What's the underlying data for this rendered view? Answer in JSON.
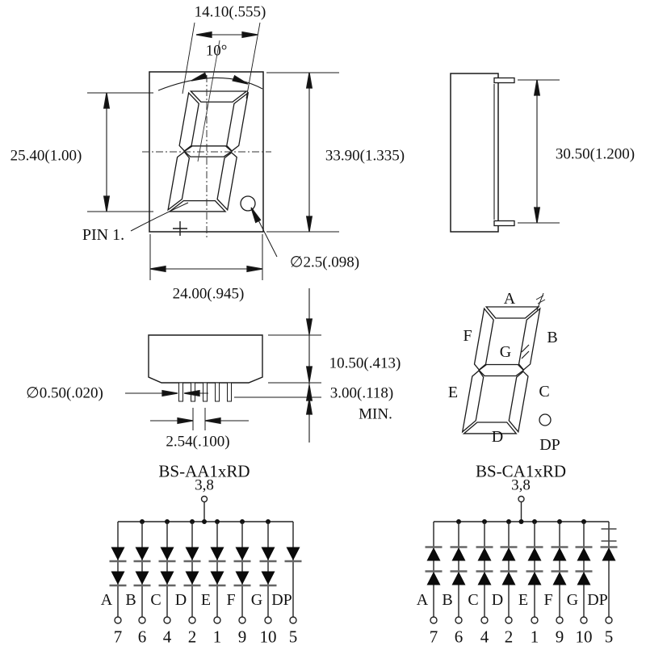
{
  "front_view": {
    "dim_width": "14.10(.555)",
    "angle": "10°",
    "dim_height_left": "25.40(1.00)",
    "dim_height_right": "33.90(1.335)",
    "pin1_label": "PIN 1.",
    "dim_bottom_width": "24.00(.945)",
    "dp_diameter": "∅2.5(.098)"
  },
  "side_view": {
    "dim_height": "30.50(1.200)"
  },
  "bottom_view": {
    "pin_diameter": "∅0.50(.020)",
    "dim_body_height": "10.50(.413)",
    "dim_pin_length": "3.00(.118)",
    "min_label": "MIN.",
    "dim_pin_pitch": "2.54(.100)"
  },
  "segment_diagram": {
    "labels": {
      "a": "A",
      "f": "F",
      "b": "B",
      "g": "G",
      "e": "E",
      "c": "C",
      "d": "D",
      "dp": "DP"
    }
  },
  "circuits": [
    {
      "title": "BS-AA1xRD",
      "common_pins": "3,8",
      "segment_labels": [
        "A",
        "B",
        "C",
        "D",
        "E",
        "F",
        "G",
        "DP"
      ],
      "pin_numbers": [
        "7",
        "6",
        "4",
        "2",
        "1",
        "9",
        "10",
        "5"
      ]
    },
    {
      "title": "BS-CA1xRD",
      "common_pins": "3,8",
      "segment_labels": [
        "A",
        "B",
        "C",
        "D",
        "E",
        "F",
        "G",
        "DP"
      ],
      "pin_numbers": [
        "7",
        "6",
        "4",
        "2",
        "1",
        "9",
        "10",
        "5"
      ]
    }
  ]
}
